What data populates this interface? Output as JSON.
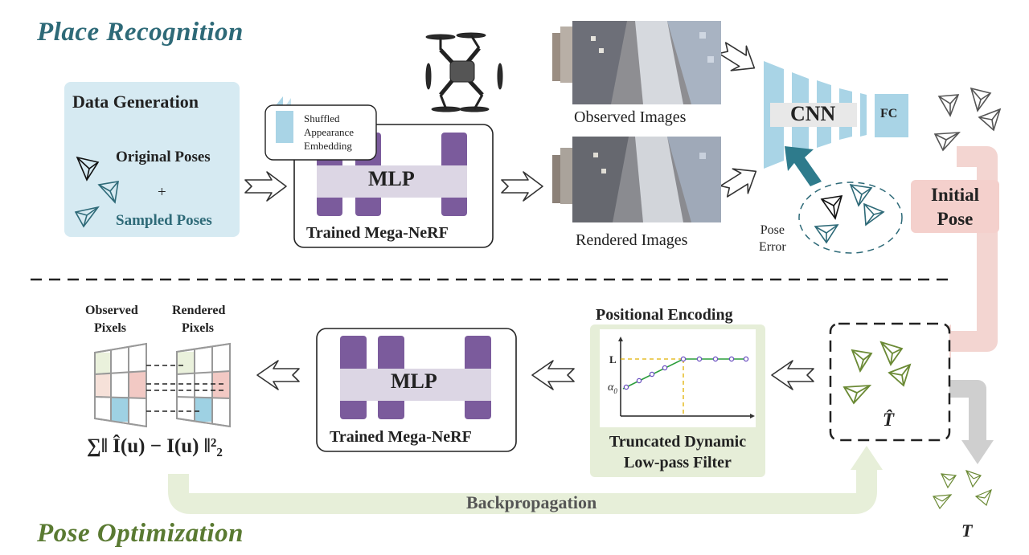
{
  "sections": {
    "top_title": "Place Recognition",
    "bottom_title": "Pose Optimization"
  },
  "data_generation": {
    "title": "Data Generation",
    "original": "Original Poses",
    "plus": "+",
    "sampled": "Sampled Poses"
  },
  "appearance_card": {
    "line1": "Shuffled",
    "line2": "Appearance",
    "line3": "Embedding"
  },
  "mlp_top": {
    "label": "MLP",
    "caption": "Trained Mega-NeRF"
  },
  "images": {
    "observed": "Observed Images",
    "rendered": "Rendered Images"
  },
  "network": {
    "cnn": "CNN",
    "fc": "FC"
  },
  "pose_error": {
    "line1": "Pose",
    "line2": "Error"
  },
  "initial_pose": {
    "line1": "Initial",
    "line2": "Pose"
  },
  "pixels": {
    "observed": [
      "Observed",
      "Pixels"
    ],
    "rendered": [
      "Rendered",
      "Pixels"
    ]
  },
  "loss": {
    "text": "∑‖ Î(u) − I(u) ‖²₂"
  },
  "mlp_bottom": {
    "label": "MLP",
    "caption": "Trained Mega-NeRF"
  },
  "positional_encoding": {
    "title": "Positional Encoding",
    "caption1": "Truncated Dynamic",
    "caption2": "Low-pass Filter",
    "L_label": "L",
    "alpha_label": "α",
    "alpha_sub": "0"
  },
  "t_hat": {
    "label": "T̂"
  },
  "t_final": {
    "label": "T"
  },
  "backprop": {
    "label": "Backpropagation"
  },
  "colors": {
    "teal": "#2e6a78",
    "green_title": "#5a7a32",
    "light_blue": "#d6eaf2",
    "cnn_blue": "#a9d4e6",
    "purple": "#7b5b9c",
    "light_purple": "#d8d2e2",
    "pink": "#f4d4d0",
    "light_green": "#e6eed8"
  }
}
